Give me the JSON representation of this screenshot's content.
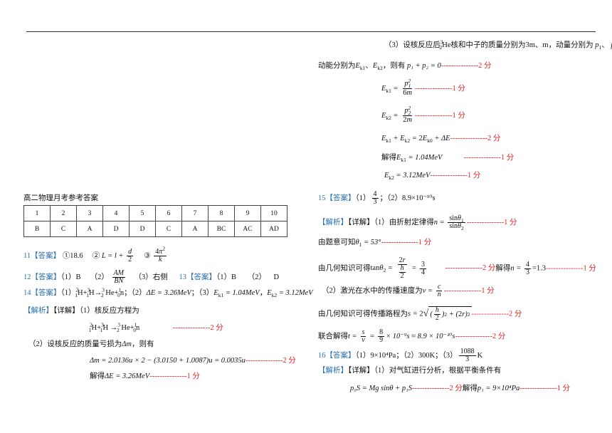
{
  "title": "高二物理月考参考答案",
  "table": {
    "numbers": [
      "1",
      "2",
      "3",
      "4",
      "5",
      "6",
      "7",
      "8",
      "9",
      "10"
    ],
    "answers": [
      "B",
      "C",
      "A",
      "D",
      "D",
      "C",
      "A",
      "BC",
      "AC",
      "AD"
    ]
  },
  "tags": {
    "answer": "【答案】",
    "analysis": "【解析】",
    "detail": "【详解】"
  },
  "q11": {
    "num": "11",
    "p1": "①18.6",
    "p2": "②",
    "p3": "③"
  },
  "q12": {
    "num": "12",
    "p1": "（1）B",
    "p2": "（2）",
    "p3": "（3）右侧"
  },
  "q13": {
    "num": "13",
    "p1": "（1）B",
    "p2": "（2）",
    "p3": "D"
  },
  "q14": {
    "num": "14",
    "ans1": "（1）",
    "ans2": "（2）",
    "ans2val": "ΔE = 3.26MeV",
    "ans3": "；（3）",
    "ek1": "= 1.04MeV",
    "ek2": "= 3.12MeV",
    "a1": "（1）核反应方程为",
    "a2": "（2）设核反应的质量亏损为",
    "a2b": "，则有",
    "mass_eq": "Δm = 2.0136u × 2 − (3.0150 + 1.0087)u = 0.0035u",
    "solve": "解得",
    "solve_val": "ΔE = 3.26MeV",
    "p3a": "（3）设核反应后",
    "p3b": "He核和中子的质量分别为3m、m，动量分别为",
    "p3c": "动能分别为",
    "p3d": "，则有",
    "mom": "p₁ + p₂ = 0",
    "solve_ek1": "解得",
    "ek1_res": "= 1.04MeV",
    "ek2_res": "= 3.12MeV"
  },
  "score": {
    "s1": "---------------1 分",
    "s2": "---------------2 分"
  },
  "q15": {
    "num": "15",
    "ans": "（1）",
    "ans2": "；（2）8.9×10⁻¹⁰s",
    "a1": "（1）由折射定律得",
    "a2": "由题意可知",
    "theta1": "= 53°",
    "a3": "由几何知识可得",
    "solve": "解得",
    "n_eq": "=1.3",
    "a4": "（2）激光在水中的传播速度为",
    "a5": "由几何知识可得传播路程为",
    "a6": "联合解得",
    "t_eq": "× 10⁻⁹s ≈ 8.9 × 10⁻¹⁰s"
  },
  "q16": {
    "num": "16",
    "ans": "（1）9×10⁴Pa；（2）300K；（3）",
    "ans_unit": "K",
    "frac_num": "1088",
    "frac_den": "3",
    "a1": "（1）对气缸进行分析，根据平衡条件有",
    "eq": "p₀S = Mg sinθ + p₁S",
    "solve": "解得",
    "res": "p₁ = 9×10⁴Pa"
  }
}
